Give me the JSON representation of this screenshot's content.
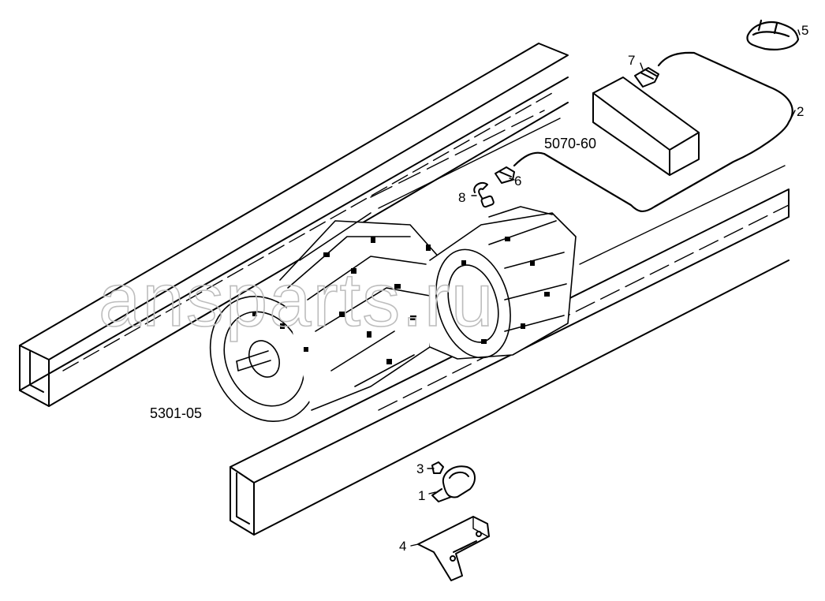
{
  "watermark": "ansparts.ru",
  "reference_labels": {
    "transmission": "5301-05",
    "harness": "5070-60"
  },
  "callouts": {
    "c1": "1",
    "c2": "2",
    "c3": "3",
    "c4": "4",
    "c5": "5",
    "c6": "6",
    "c7": "7",
    "c8": "8"
  }
}
